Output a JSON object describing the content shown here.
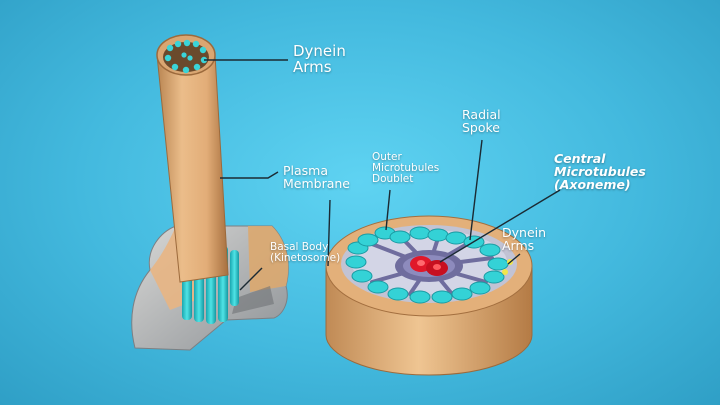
{
  "labels": {
    "dynein_top": [
      "Dynein",
      "Arms"
    ],
    "plasma_membrane": [
      "Plasma",
      "Membrane"
    ],
    "basal_body": [
      "Basal Body",
      "(Kinetosome)"
    ],
    "outer_doublet": [
      "Outer",
      "Microtubules",
      "Doublet"
    ],
    "radial_spoke": [
      "Radial",
      "Spoke"
    ],
    "central_microtubules": [
      "Central",
      "Microtubules",
      "(Axoneme)"
    ],
    "dynein_right": [
      "Dynein",
      "Arms"
    ]
  },
  "colors": {
    "background": "#43b9de",
    "membrane": "#e4b07c",
    "microtubule": "#34d2d6",
    "spoke": "#8a88b8",
    "central": "#e0182a",
    "base": "#b9bcbf",
    "label": "#ffffff"
  }
}
